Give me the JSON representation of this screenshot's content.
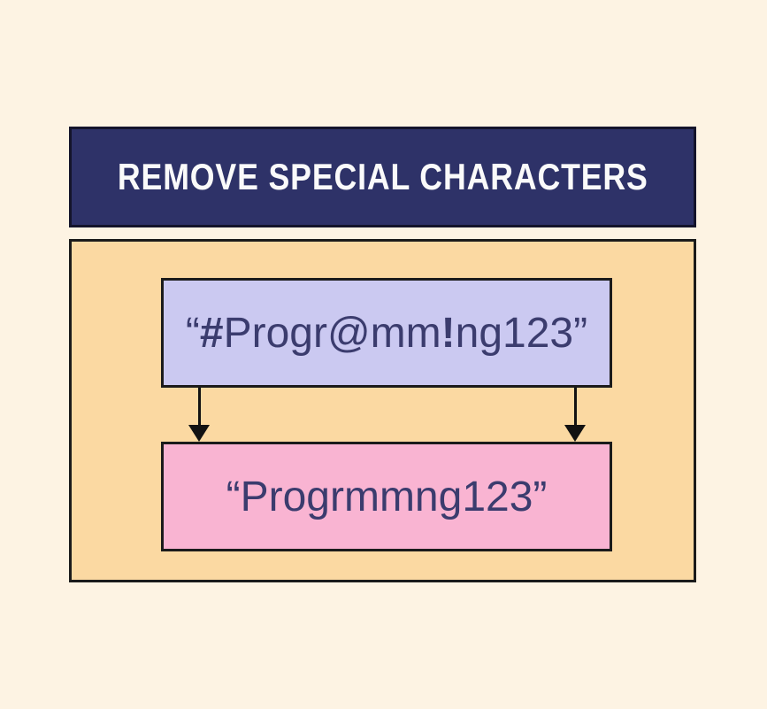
{
  "page": {
    "background_color": "#fdf3e3"
  },
  "banner": {
    "title": "REMOVE SPECIAL CHARACTERS",
    "bg_color": "#2e3268",
    "border_color": "#14142b",
    "text_color": "#fafafa"
  },
  "panel": {
    "bg_color": "#fbd9a2",
    "border_color": "#1b1b1b"
  },
  "input_box": {
    "full_text": "“#Progr@mm!ng123”",
    "segments": [
      {
        "t": "“",
        "b": false
      },
      {
        "t": "#",
        "b": true
      },
      {
        "t": "Progr@mm",
        "b": false
      },
      {
        "t": "!",
        "b": true
      },
      {
        "t": "ng123",
        "b": false
      },
      {
        "t": "”",
        "b": false
      }
    ],
    "bg_color": "#cbc9f1",
    "text_color": "#3b3c6e"
  },
  "output_box": {
    "text": "“Progrmmng123”",
    "bg_color": "#f9b4d2",
    "text_color": "#3b3c6e"
  },
  "arrows": {
    "count": 2,
    "direction": "down",
    "color": "#121212"
  }
}
